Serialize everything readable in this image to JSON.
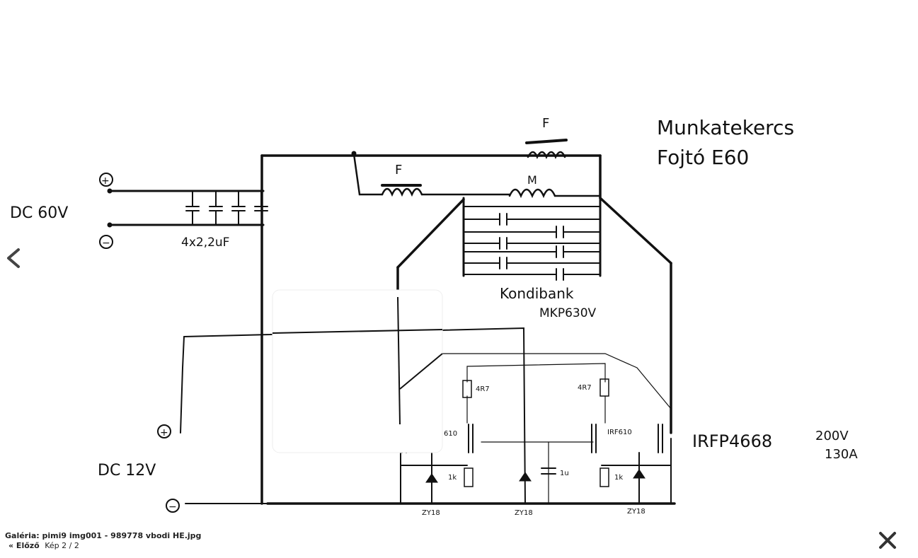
{
  "viewer": {
    "caption": {
      "title": "Galéria: pimi9 img001 - 989778 vbodi HE.jpg",
      "prev_link": "« Előző",
      "counter": "Kép 2 / 2"
    },
    "controls": {
      "prev_icon": "chevron-left-icon",
      "close_icon": "close-icon"
    }
  },
  "schematic": {
    "dc60_label": "DC 60V",
    "plus": "+",
    "minus": "−",
    "cap_bank_label": "4x2,2uF",
    "choke_f_label": "F",
    "coil_m_label": "M",
    "kondibank_line1": "Kondibank",
    "kondibank_line2": "MKP630V",
    "title_line1": "Munkatekercs",
    "title_line2": "Fojtó E60",
    "resistor_4r7": "4R7",
    "mosfet_small": "IRF610",
    "mosfet_small_partial": "610",
    "resistor_1k": "1k",
    "cap_1u": "1u",
    "zener": "ZY18",
    "dc12_label": "DC 12V",
    "mosfet_main": "IRFP4668",
    "rating_v": "200V",
    "rating_a": "130A"
  }
}
